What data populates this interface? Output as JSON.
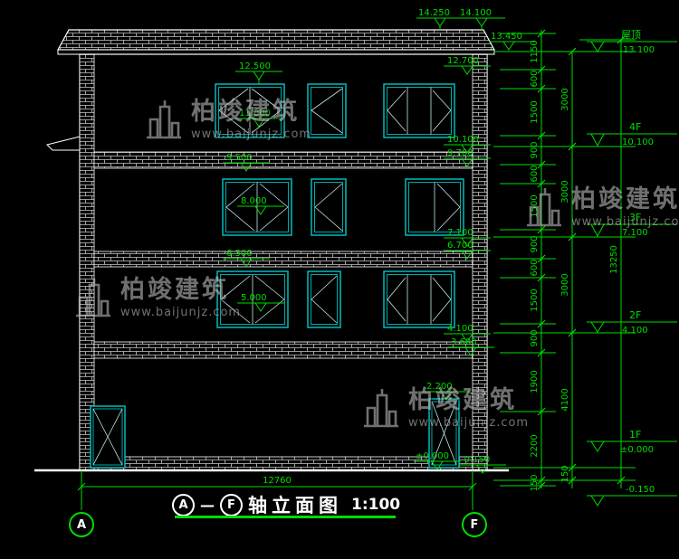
{
  "colors": {
    "dimension_green": "#00dd00",
    "window_cyan": "#00bcbc",
    "line_white": "#ffffff",
    "watermark_gray": "#c2c2c2",
    "background": "#000000"
  },
  "watermark": {
    "brand": "柏竣建筑",
    "url": "www.baijunjz.com",
    "logo_icon": "buildings-logo-icon"
  },
  "top_marks": [
    "14.250",
    "14.100",
    "13.450"
  ],
  "left_marks": [
    "12.500",
    "11.000",
    "9.500",
    "8.000",
    "6.500",
    "5.000"
  ],
  "right_marks": [
    "12.700",
    "10.100",
    "9.700",
    "7.100",
    "6.700",
    "4.100",
    "3.600",
    "2.200",
    "±0.000",
    "-0.150"
  ],
  "bottom_width": "12760",
  "chains": {
    "inner": [
      "1150",
      "600",
      "1500",
      "900",
      "600",
      "1500",
      "900",
      "600",
      "1500",
      "900",
      "1900",
      "2200",
      "150"
    ],
    "mid": [
      "3000",
      "3000",
      "3000",
      "4100",
      "150"
    ],
    "outer": [
      "13250"
    ]
  },
  "floor_markers": [
    {
      "label": "屋顶",
      "elev": "13.100"
    },
    {
      "label": "4F",
      "elev": "10.100"
    },
    {
      "label": "3F",
      "elev": "7.100"
    },
    {
      "label": "2F",
      "elev": "4.100"
    },
    {
      "label": "1F",
      "elev": "±0.000"
    },
    {
      "label": "",
      "elev": "-0.150"
    }
  ],
  "title": {
    "bubble_left": "A",
    "dash": "—",
    "bubble_right": "F",
    "label": "轴立面图",
    "scale": "1:100"
  },
  "axes": {
    "left": "A",
    "right": "F"
  }
}
